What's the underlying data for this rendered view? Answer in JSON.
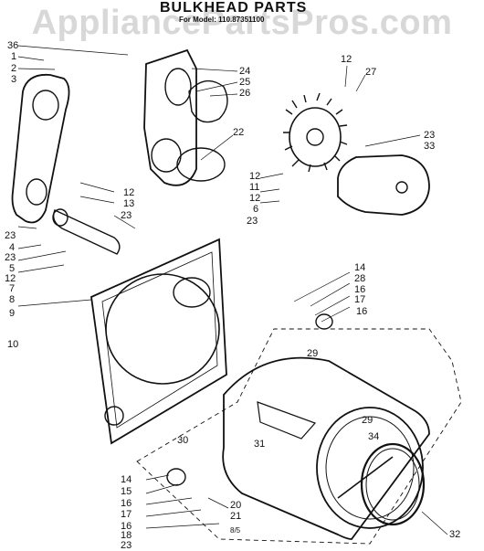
{
  "watermark": "AppliancePartsPros.com",
  "title": "BULKHEAD PARTS",
  "model": "For Model: 110.87351100",
  "page_mark": "8/5",
  "callouts": [
    "36",
    "1",
    "2",
    "3",
    "24",
    "25",
    "26",
    "22",
    "12",
    "27",
    "23",
    "33",
    "12",
    "11",
    "12",
    "6",
    "23",
    "12",
    "13",
    "23",
    "23",
    "4",
    "23",
    "5",
    "12",
    "7",
    "8",
    "9",
    "10",
    "14",
    "28",
    "16",
    "17",
    "16",
    "29",
    "30",
    "31",
    "29",
    "34",
    "14",
    "15",
    "16",
    "17",
    "16",
    "18",
    "23",
    "20",
    "21",
    "32"
  ]
}
